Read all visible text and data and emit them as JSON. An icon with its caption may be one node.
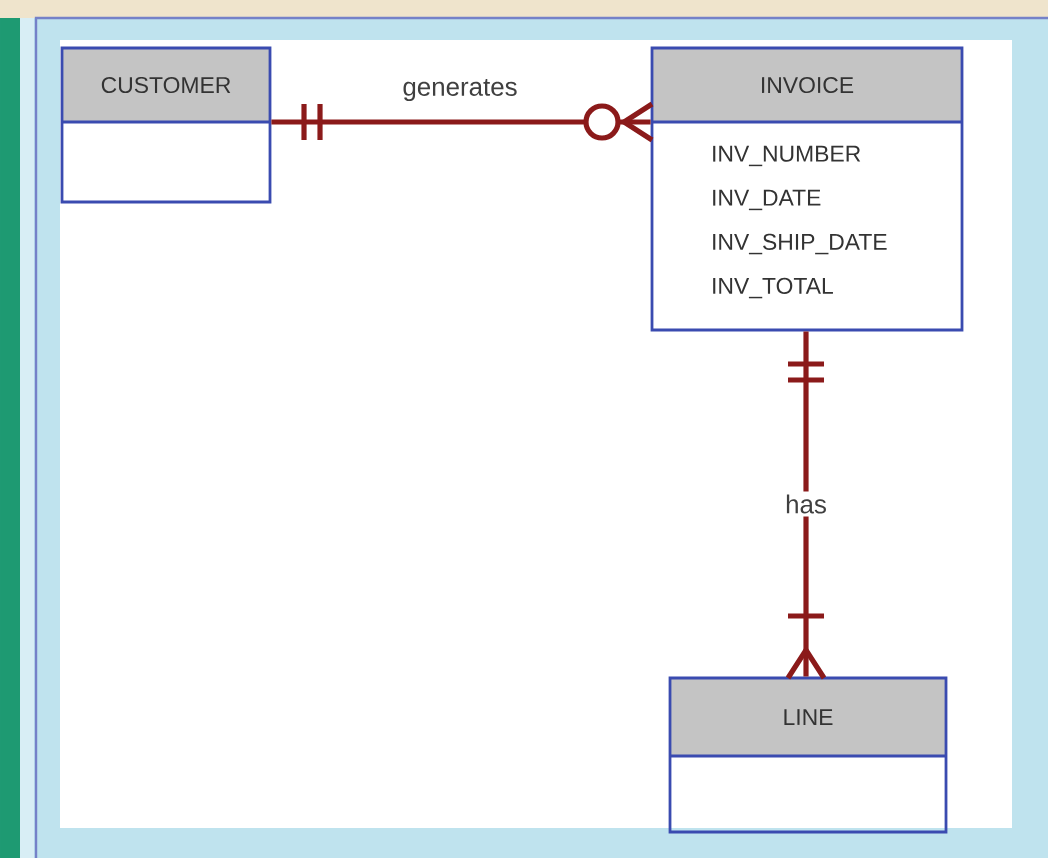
{
  "diagram": {
    "nodes": [
      {
        "text": [
          "CUSTOMER"
        ]
      },
      {
        "text": [
          "INVOICE",
          "INV_NUMBER",
          "INV_DATE",
          "INV_SHIP_DATE",
          "INV_TOTAL"
        ]
      },
      {
        "text": [
          "LINE"
        ]
      }
    ],
    "edges": [
      {
        "from": 0,
        "to": 1,
        "arrow": "other",
        "label": "generates"
      },
      {
        "from": 1,
        "to": 2,
        "arrow": "other",
        "label": "has"
      }
    ]
  }
}
